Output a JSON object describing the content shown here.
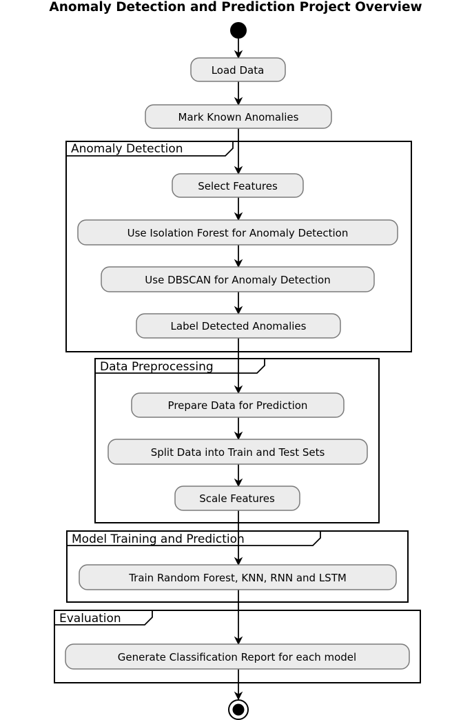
{
  "title": "Anomaly Detection and Prediction Project Overview",
  "nodes": {
    "load_data": "Load Data",
    "mark_known_anomalies": "Mark Known Anomalies",
    "select_features": "Select Features",
    "isolation_forest": "Use Isolation Forest for Anomaly Detection",
    "dbscan": "Use DBSCAN for Anomaly Detection",
    "label_detected": "Label Detected Anomalies",
    "prepare_data": "Prepare Data for Prediction",
    "split_data": "Split Data into Train and Test Sets",
    "scale_features": "Scale Features",
    "train_models": "Train Random Forest, KNN, RNN and LSTM",
    "generate_report": "Generate Classification Report for each model"
  },
  "groups": {
    "anomaly_detection": "Anomaly Detection",
    "data_preprocessing": "Data Preprocessing",
    "model_training": "Model Training and Prediction",
    "evaluation": "Evaluation"
  },
  "colors": {
    "activity_fill": "#ececec",
    "activity_stroke": "#7a7a7a",
    "line": "#000000"
  }
}
